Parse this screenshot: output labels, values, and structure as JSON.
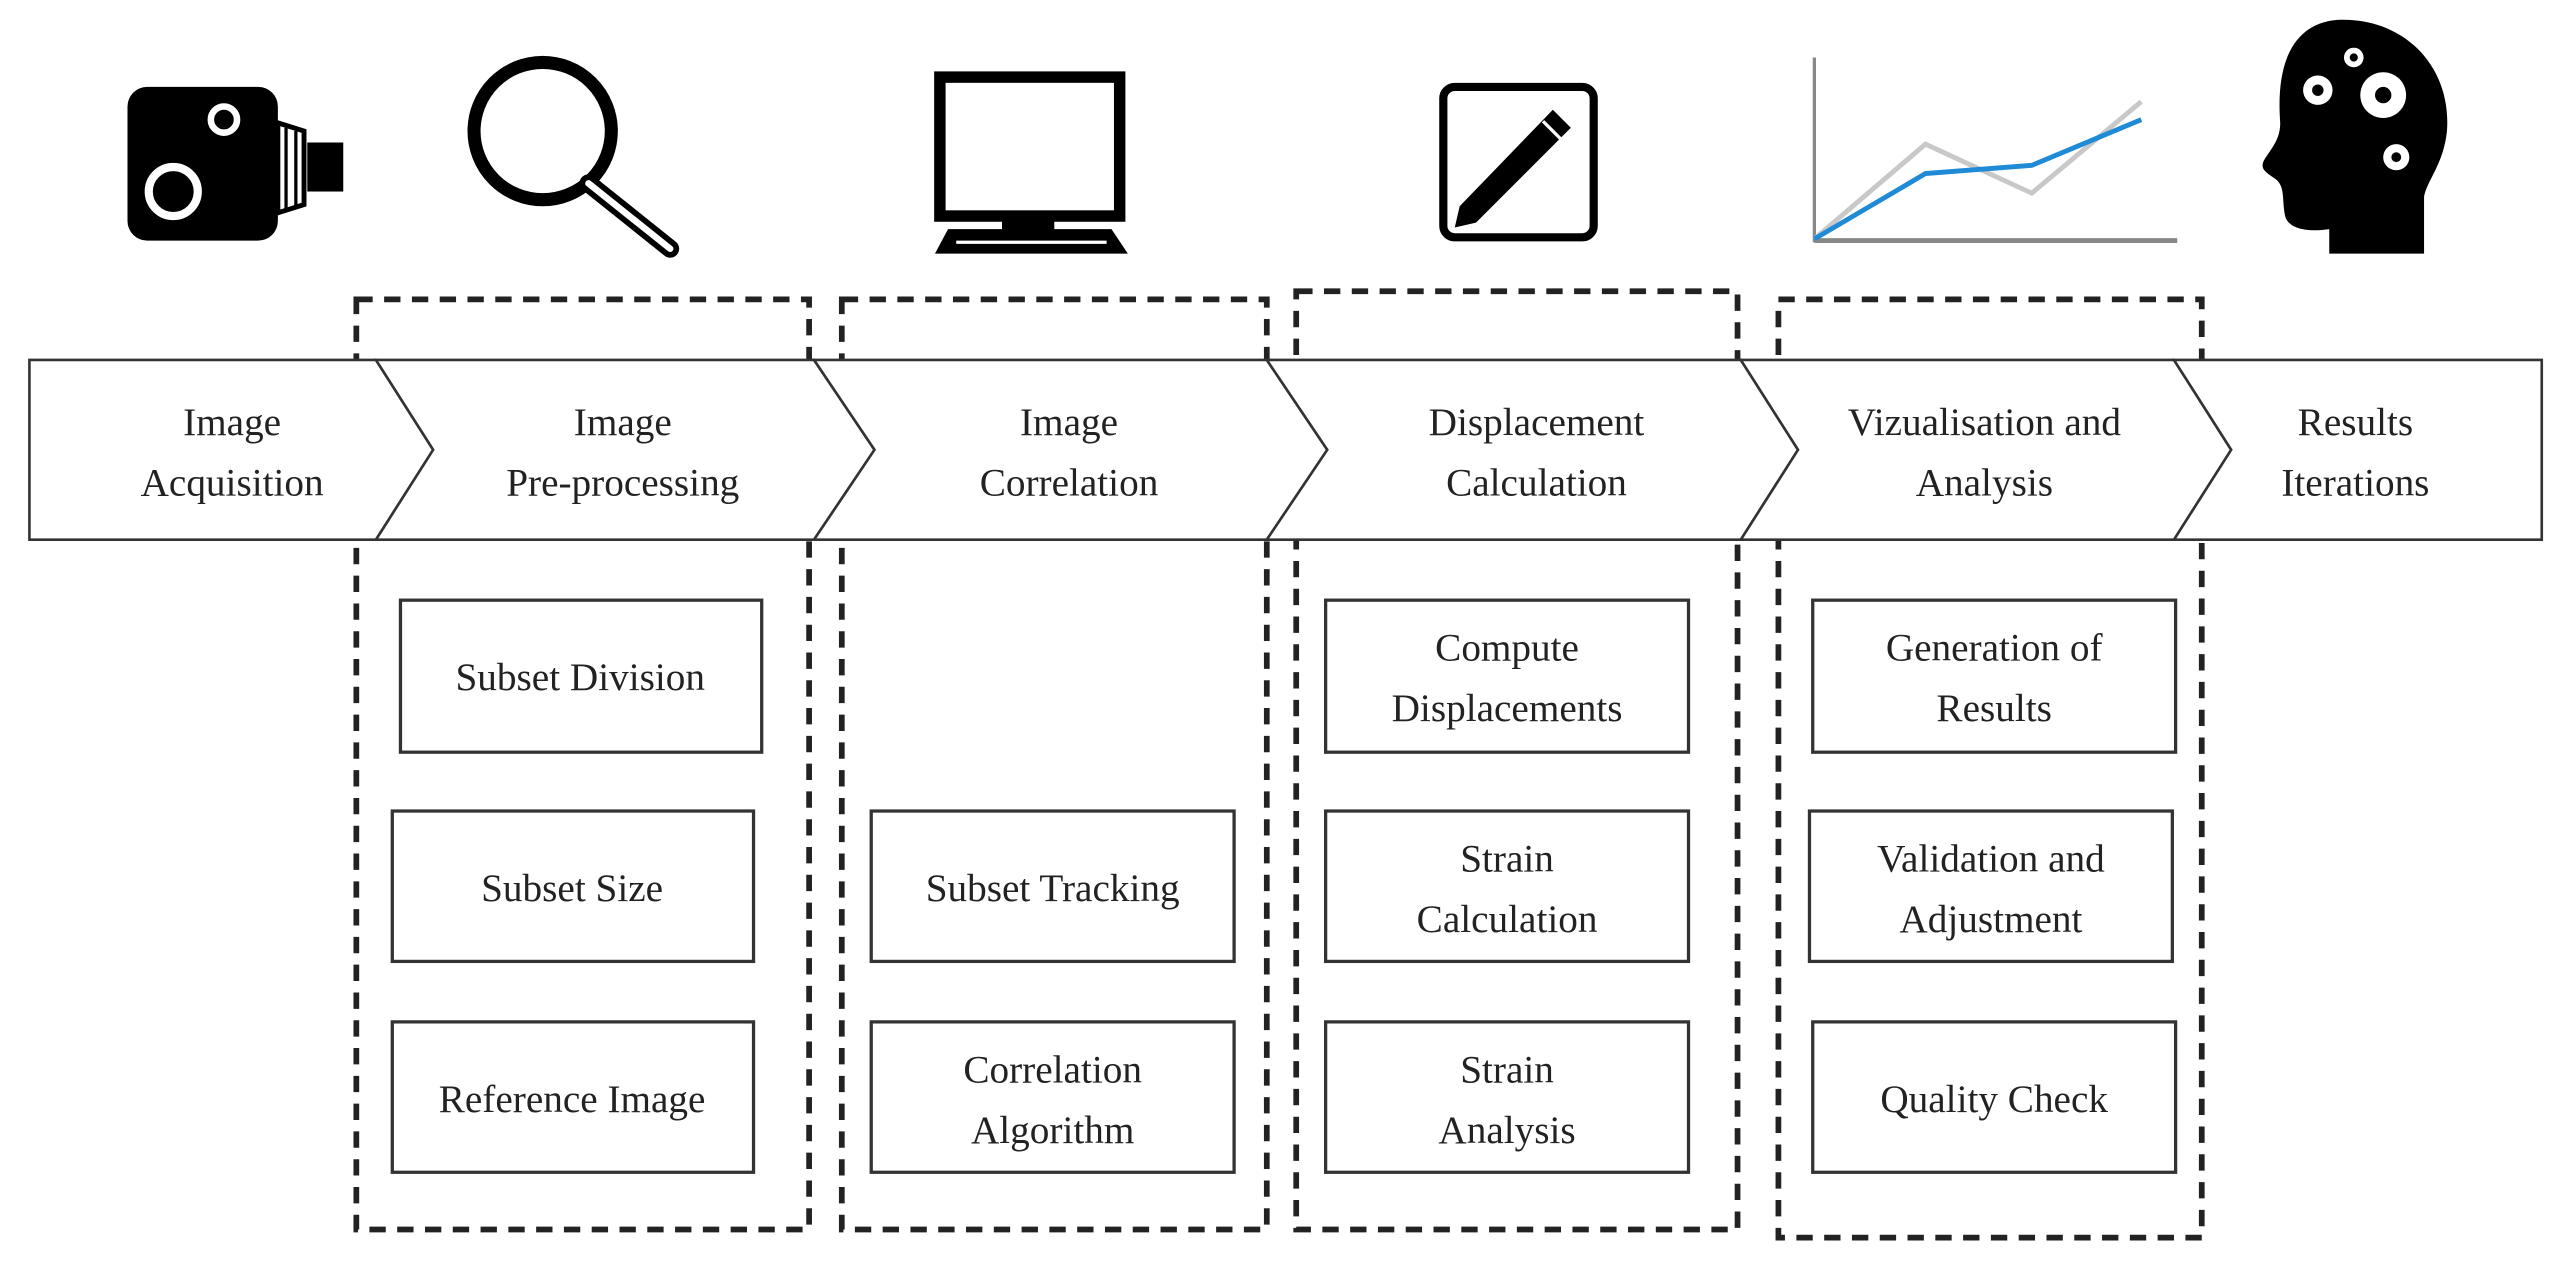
{
  "stages": [
    {
      "line1": "Image",
      "line2": "Acquisition",
      "icon": "camera-icon"
    },
    {
      "line1": "Image",
      "line2": "Pre-processing",
      "icon": "magnifier-icon"
    },
    {
      "line1": "Image",
      "line2": "Correlation",
      "icon": "monitor-icon"
    },
    {
      "line1": "Displacement",
      "line2": "Calculation",
      "icon": "pencil-icon"
    },
    {
      "line1": "Vizualisation and",
      "line2": "Analysis",
      "icon": "line-chart-icon"
    },
    {
      "line1": "Results",
      "line2": "Iterations",
      "icon": "head-gears-icon"
    }
  ],
  "groups": {
    "preprocessing": [
      {
        "line1": "Subset Division",
        "line2": ""
      },
      {
        "line1": "Subset Size",
        "line2": ""
      },
      {
        "line1": "Reference Image",
        "line2": ""
      }
    ],
    "correlation": [
      {
        "line1": "Subset Tracking",
        "line2": ""
      },
      {
        "line1": "Correlation",
        "line2": "Algorithm"
      }
    ],
    "displacement": [
      {
        "line1": "Compute",
        "line2": "Displacements"
      },
      {
        "line1": "Strain",
        "line2": "Calculation"
      },
      {
        "line1": "Strain",
        "line2": "Analysis"
      }
    ],
    "visualisation": [
      {
        "line1": "Generation of",
        "line2": "Results"
      },
      {
        "line1": "Validation and",
        "line2": "Adjustment"
      },
      {
        "line1": "Quality Check",
        "line2": ""
      }
    ]
  },
  "colors": {
    "chart_line": "#1f8ad6",
    "chart_ghost": "#c8c8c8"
  }
}
